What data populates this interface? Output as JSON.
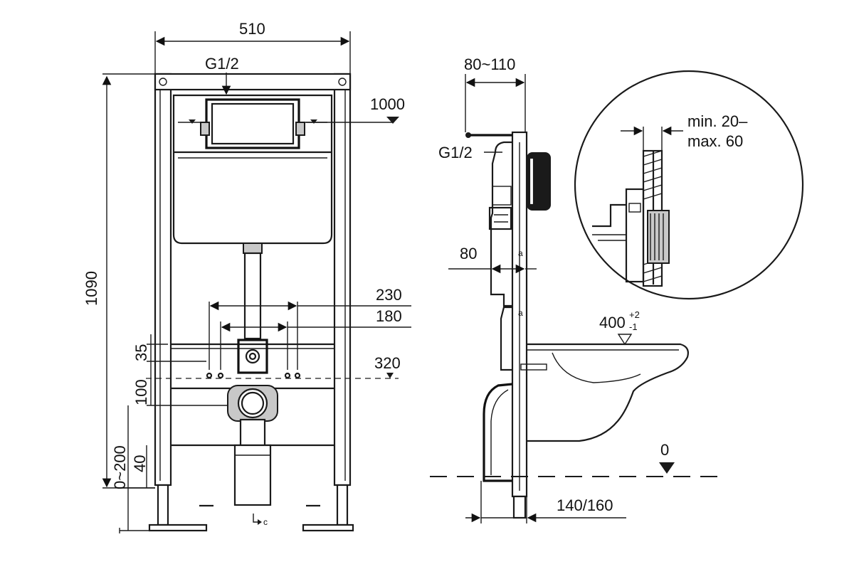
{
  "front_view": {
    "width_dim": "510",
    "inlet_label": "G1/2",
    "height_dim": "1090",
    "cistern_level_dim": "1000",
    "stud_outer_dim": "230",
    "stud_inner_dim": "180",
    "stud_height_dim": "320",
    "offset_35_dim": "35",
    "offset_100_dim": "100",
    "adjust_dim": "0~200",
    "foot_dim": "40",
    "corner_mark": "c"
  },
  "side_view": {
    "depth_range_dim": "80~110",
    "inlet_label": "G1/2",
    "frame_depth_dim": "80",
    "bowl_height_dim": "400",
    "bowl_tolerance_plus": "+2",
    "bowl_tolerance_minus": "-1",
    "floor_level_dim": "0",
    "floor_offset_dim": "140/160"
  },
  "detail_view": {
    "wall_thickness_line1": "min. 20–",
    "wall_thickness_line2": "max. 60"
  }
}
